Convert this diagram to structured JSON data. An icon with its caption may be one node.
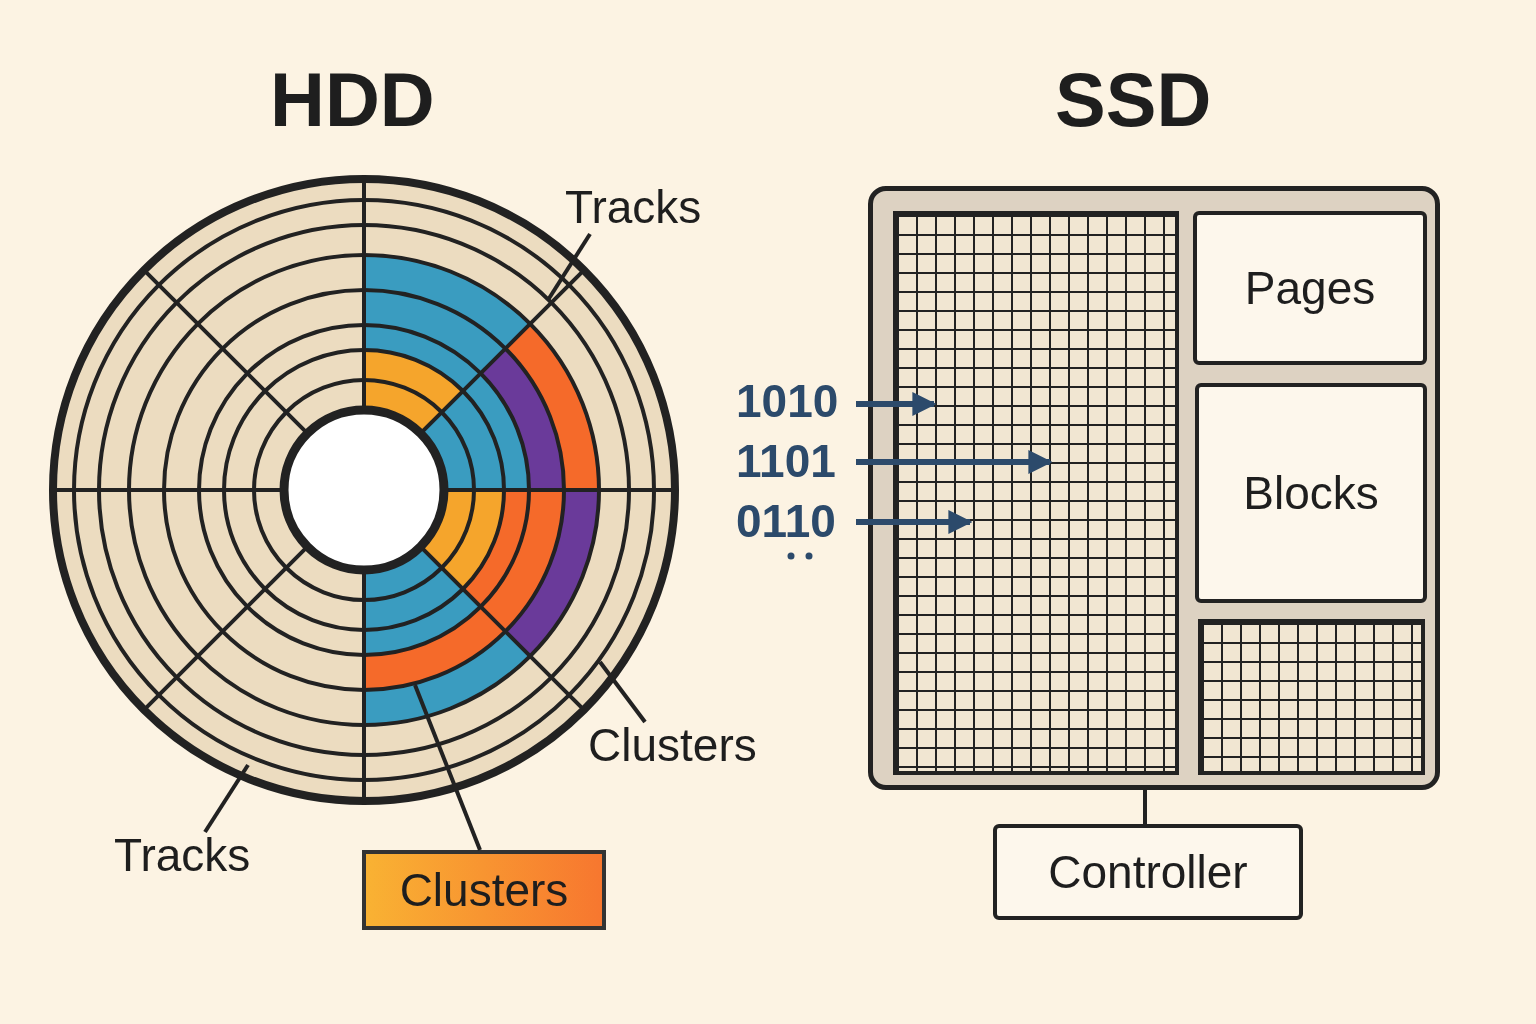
{
  "diagram": {
    "nodes": [
      {
        "text": [],
        "shape": "picture"
      },
      {
        "text": [
          "Tracks"
        ]
      },
      {
        "text": [
          "Clusters"
        ]
      },
      {
        "text": [
          "Tracks"
        ]
      },
      {
        "text": [
          "Clusters"
        ]
      },
      {
        "text": [],
        "shape": "box"
      },
      {
        "text": [],
        "shape": "box",
        "in": 5
      },
      {
        "text": [
          "Pages"
        ],
        "in": 5
      },
      {
        "text": [
          "Blocks"
        ],
        "in": 5
      },
      {
        "text": [],
        "shape": "box",
        "in": 5
      },
      {
        "text": [
          "Controller"
        ]
      },
      {
        "text": [
          "1010"
        ]
      },
      {
        "text": [
          "1101"
        ]
      },
      {
        "text": [
          "0110"
        ]
      }
    ],
    "edges": [
      {
        "from": 1,
        "to": 0,
        "arrow": "none"
      },
      {
        "from": 2,
        "to": 0,
        "arrow": "none"
      },
      {
        "from": 3,
        "to": 0,
        "arrow": "none"
      },
      {
        "from": 4,
        "to": 0,
        "arrow": "none"
      },
      {
        "from": 5,
        "to": 10,
        "arrow": "none"
      },
      {
        "from": 11,
        "to": 6,
        "arrow": "to",
        "color": "#2c4a6b"
      },
      {
        "from": 12,
        "to": 6,
        "arrow": "to",
        "color": "#2c4a6b"
      },
      {
        "from": 13,
        "to": 6,
        "arrow": "to",
        "color": "#2c4a6b"
      }
    ],
    "labels": [
      "HDD",
      "SSD"
    ]
  }
}
